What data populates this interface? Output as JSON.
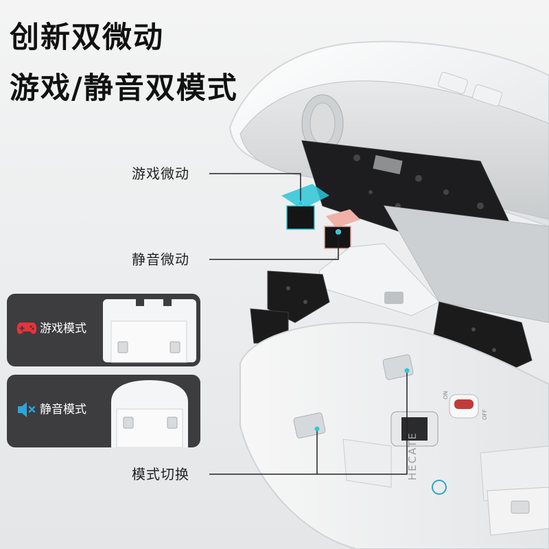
{
  "headline": {
    "line1": "创新双微动",
    "line2": "游戏/静音双模式"
  },
  "callouts": {
    "game_switch": "游戏微动",
    "silent_switch": "静音微动",
    "mode_switch": "模式切换"
  },
  "mode_cards": {
    "game": {
      "label": "游戏模式",
      "icon": "gamepad-icon",
      "icon_color": "#e8323c"
    },
    "silent": {
      "label": "静音模式",
      "icon": "mute-speaker-icon",
      "icon_color": "#2aa6d8"
    }
  },
  "product": {
    "brand_mark": "HECATE",
    "switch_on_label": "ON",
    "switch_off_label": "OFF",
    "accent_color": "#2cc6d8"
  }
}
